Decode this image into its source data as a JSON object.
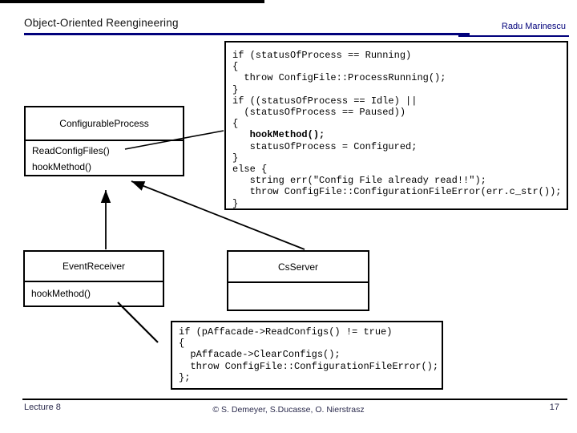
{
  "header": {
    "title": "Object-Oriented Reengineering",
    "author": "Radu Marinescu"
  },
  "classes": [
    {
      "name": "ConfigurableProcess",
      "methods": [
        "ReadConfigFiles()",
        "hookMethod()"
      ]
    },
    {
      "name": "EventReceiver",
      "methods": [
        "hookMethod()"
      ]
    },
    {
      "name": "CsServer",
      "methods": []
    }
  ],
  "code_blocks": {
    "read_config_files": {
      "lines": [
        {
          "text": "if (statusOfProcess == Running)",
          "bold": false
        },
        {
          "text": "{",
          "bold": false
        },
        {
          "text": "  throw ConfigFile::ProcessRunning();",
          "bold": false
        },
        {
          "text": "}",
          "bold": false
        },
        {
          "text": "if ((statusOfProcess == Idle) ||",
          "bold": false
        },
        {
          "text": "  (statusOfProcess == Paused))",
          "bold": false
        },
        {
          "text": "{",
          "bold": false
        },
        {
          "text": "   hookMethod();",
          "bold": true
        },
        {
          "text": "   statusOfProcess = Configured;",
          "bold": false
        },
        {
          "text": "}",
          "bold": false
        },
        {
          "text": "else {",
          "bold": false
        },
        {
          "text": "   string err(\"Config File already read!!\");",
          "bold": false
        },
        {
          "text": "   throw ConfigFile::ConfigurationFileError(err.c_str());",
          "bold": false
        },
        {
          "text": "}",
          "bold": false
        }
      ]
    },
    "hook_method_impl": {
      "lines": [
        {
          "text": "if (pAffacade->ReadConfigs() != true)",
          "bold": false
        },
        {
          "text": "{",
          "bold": false
        },
        {
          "text": "  pAffacade->ClearConfigs();",
          "bold": false
        },
        {
          "text": "  throw ConfigFile::ConfigurationFileError();",
          "bold": false
        },
        {
          "text": "};",
          "bold": false
        }
      ]
    }
  },
  "footer": {
    "lecture": "Lecture 8",
    "copyright": "© S. Demeyer, S.Ducasse, O. Nierstrasz",
    "page": "17"
  },
  "colors": {
    "accent_navy": "#00007b",
    "line_black": "#000000",
    "background": "#ffffff"
  }
}
